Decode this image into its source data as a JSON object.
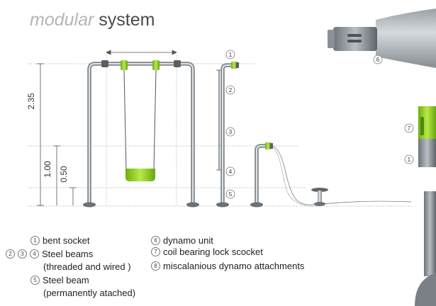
{
  "title": {
    "part1": "modular",
    "part2": "system"
  },
  "dimensions": {
    "height_total": "2.35",
    "height_mid": "1.00",
    "height_low": "0.50"
  },
  "markers": [
    "1",
    "2",
    "3",
    "4",
    "5",
    "6",
    "7",
    "1"
  ],
  "legend": {
    "left": [
      {
        "nums": [
          "1"
        ],
        "lines": [
          "bent socket"
        ]
      },
      {
        "nums": [
          "2",
          "3",
          "4"
        ],
        "lines": [
          "Steel beams",
          "(threaded and wired )"
        ]
      },
      {
        "nums": [
          "5"
        ],
        "lines": [
          "Steel beam",
          "(permanently atached)"
        ]
      }
    ],
    "right": [
      {
        "nums": [
          "6"
        ],
        "lines": [
          "dynamo unit"
        ]
      },
      {
        "nums": [
          "7"
        ],
        "lines": [
          "coil bearing lock scocket"
        ]
      },
      {
        "nums": [
          "8"
        ],
        "lines": [
          "miscalanious dynamo attachments"
        ]
      }
    ]
  },
  "colors": {
    "accent": "#8fd11a",
    "steel": "#b9bfc4",
    "dark": "#5a5f63"
  }
}
